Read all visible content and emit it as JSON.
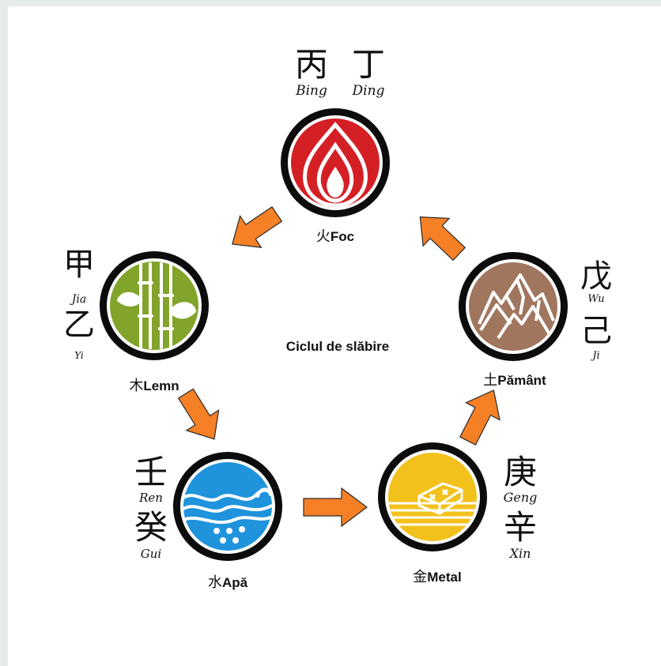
{
  "diagram": {
    "title": "Ciclul de slăbire",
    "arrow_color": "#f58026",
    "elements": [
      {
        "key": "fire",
        "name": "Foc",
        "character": "火",
        "color": "#d41f25",
        "stems": [
          {
            "character": "丙",
            "pinyin": "Bing"
          },
          {
            "character": "丁",
            "pinyin": "Ding"
          }
        ]
      },
      {
        "key": "earth",
        "name": "Pământ",
        "character": "土",
        "color": "#a0765f",
        "stems": [
          {
            "character": "戊",
            "pinyin": "Wu"
          },
          {
            "character": "己",
            "pinyin": "Ji"
          }
        ]
      },
      {
        "key": "metal",
        "name": "Metal",
        "character": "金",
        "color": "#f2c11c",
        "stems": [
          {
            "character": "庚",
            "pinyin": "Geng"
          },
          {
            "character": "辛",
            "pinyin": "Xin"
          }
        ]
      },
      {
        "key": "water",
        "name": "Apă",
        "character": "水",
        "color": "#1f93dc",
        "stems": [
          {
            "character": "壬",
            "pinyin": "Ren"
          },
          {
            "character": "癸",
            "pinyin": "Gui"
          }
        ]
      },
      {
        "key": "wood",
        "name": "Lemn",
        "character": "木",
        "color": "#82a42a",
        "stems": [
          {
            "character": "甲",
            "pinyin": "Jia"
          },
          {
            "character": "乙",
            "pinyin": "Yi"
          }
        ]
      }
    ]
  }
}
